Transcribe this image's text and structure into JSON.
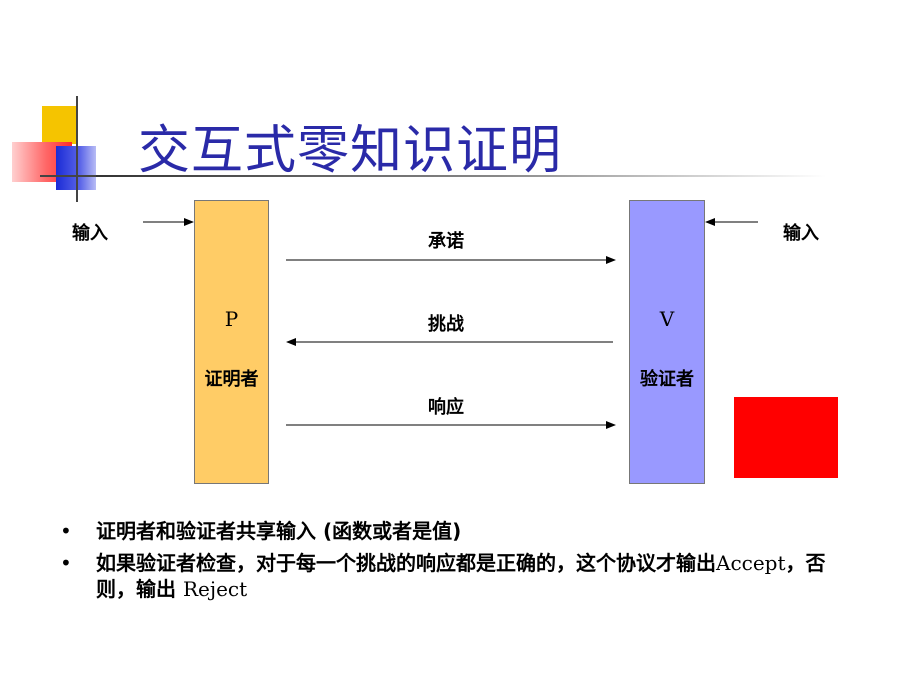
{
  "title": "交互式零知识证明",
  "diagram": {
    "input_left": "输入",
    "input_right": "输入",
    "prover": {
      "letter": "P",
      "name": "证明者"
    },
    "verifier": {
      "letter": "V",
      "name": "验证者"
    },
    "messages": {
      "commit": "承诺",
      "challenge": "挑战",
      "response": "响应"
    }
  },
  "bullets": {
    "b1": {
      "text": "证明者和验证者共享输入 (函数或者是值)"
    },
    "b2": {
      "part1": "如果验证者检查，对于每一个挑战的响应都是正确的，这个协议才输出",
      "accept": "Accept",
      "part2": "，否则，输出 ",
      "reject": "Reject"
    }
  },
  "colors": {
    "title": "#2a2aa8",
    "prover_box": "#ffcc66",
    "verifier_box": "#9999ff",
    "red_block": "#ff0000"
  },
  "icons": [
    "bullet-dot"
  ]
}
